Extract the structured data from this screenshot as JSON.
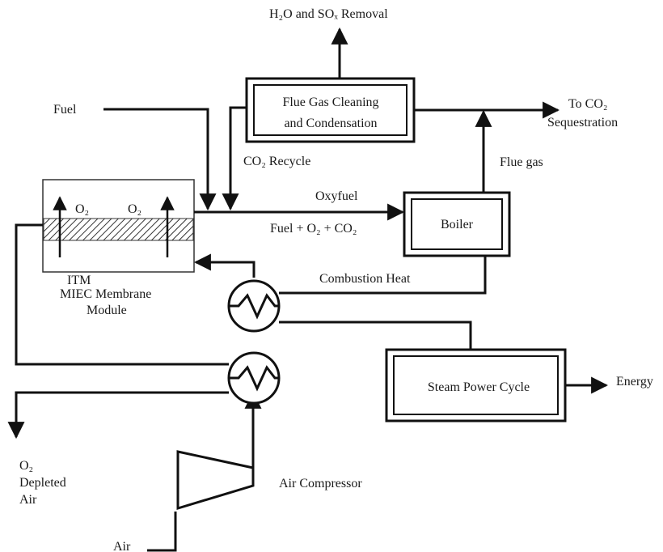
{
  "labels": {
    "removal": "H₂O and SOₓ Removal",
    "flue_clean_1": "Flue Gas Cleaning",
    "flue_clean_2": "and Condensation",
    "fuel": "Fuel",
    "co2_recycle": "CO₂ Recycle",
    "to_co2_1": "To CO₂",
    "to_co2_2": "Sequestration",
    "flue_gas": "Flue gas",
    "o2_left": "O₂",
    "o2_right": "O₂",
    "oxyfuel": "Oxyfuel",
    "fuel_mix": "Fuel + O₂ + CO₂",
    "boiler": "Boiler",
    "itm": "ITM",
    "mixed_membrane": "MIEC Membrane",
    "module": "Module",
    "combustion_heat": "Combustion Heat",
    "steam_power": "Steam Power Cycle",
    "energy": "Energy",
    "o2_depleted_1": "O₂",
    "o2_depleted_2": "Depleted",
    "o2_depleted_3": "Air",
    "air_compressor": "Air Compressor",
    "air": "Air"
  }
}
